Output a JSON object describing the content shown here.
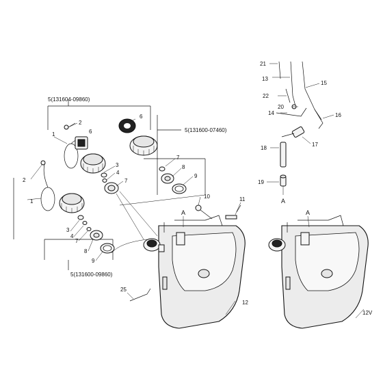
{
  "groups": {
    "g1": "5(131604-09860)",
    "g2": "5(131600-07460)",
    "g3": "5(131600-09860)"
  },
  "labels": {
    "l1a": "1",
    "l2a": "2",
    "l3a": "3",
    "l4a": "4",
    "l6a": "6",
    "l7a": "7",
    "l6b": "6",
    "l7b": "7",
    "l8b": "8",
    "l9b": "9",
    "l1c": "1",
    "l2c": "2",
    "l3c": "3",
    "l4c": "4",
    "l7c": "7",
    "l8c": "8",
    "l9c": "9",
    "l10": "10",
    "l11": "11",
    "l12": "12",
    "l12v": "12V",
    "l13": "13",
    "l14": "14",
    "l15": "15",
    "l16": "16",
    "l17": "17",
    "l18": "18",
    "l19": "19",
    "l20": "20",
    "l21": "21",
    "l22": "22",
    "l25": "25",
    "mA1": "A",
    "mA2": "A",
    "mA3": "A"
  }
}
